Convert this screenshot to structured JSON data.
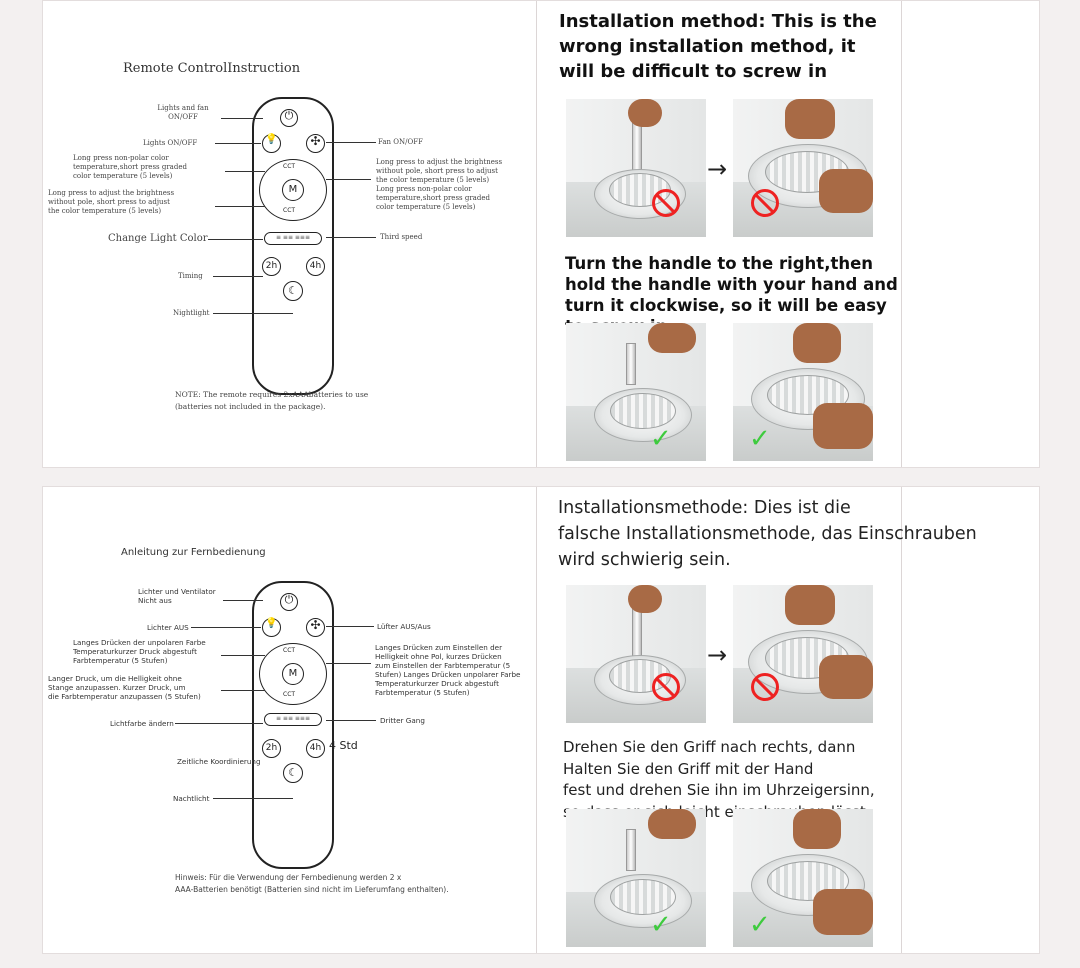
{
  "en": {
    "remote_title": "Remote ControlInstruction",
    "labels": {
      "lights_fan_onoff": "Lights and fan\nON/OFF",
      "lights_onoff": "Lights ON/OFF",
      "long_press_color": "Long press non-polar color\ntemperature,short press graded\ncolor temperature (5 levels)",
      "long_press_brightness": "Long press to adjust the brightness\nwithout pole, short press to adjust\nthe color temperature (5 levels)",
      "change_light_color": "Change Light Color",
      "timing": "Timing",
      "nightlight": "Nightlight",
      "fan_onoff": "Fan ON/OFF",
      "right_brightness": "Long press to adjust the brightness\nwithout pole, short press to adjust\nthe color temperature (5 levels)\nLong press non-polar color\ntemperature,short press graded\ncolor temperature (5 levels)",
      "third_speed": "Third speed"
    },
    "note": "NOTE: The remote requires 2xAAAbatteries to use\n(batteries not included in the package).",
    "heading_wrong": "Installation method: This is the\nwrong installation method, it\nwill be difficult to screw in",
    "heading_right": "Turn the handle to the right,then\nhold the handle with your hand and\nturn it clockwise, so it will be easy\nto screw in"
  },
  "de": {
    "remote_title": "Anleitung zur Fernbedienung",
    "labels": {
      "lights_fan_onoff": "Lichter und Ventilator\nNicht aus",
      "lights_onoff": "Lichter AUS",
      "long_press_color": "Langes Drücken der unpolaren Farbe\nTemperaturkurzer Druck abgestuft\nFarbtemperatur (5 Stufen)",
      "long_press_brightness": "Langer Druck, um die Helligkeit ohne\nStange anzupassen. Kurzer Druck, um\ndie Farbtemperatur anzupassen (5 Stufen)",
      "change_light_color": "Lichtfarbe ändern",
      "timing": "Zeitliche Koordinierung",
      "nightlight": "Nachtlicht",
      "fan_onoff": "Lüfter AUS/Aus",
      "right_brightness": "Langes Drücken zum Einstellen der\nHelligkeit ohne Pol, kurzes Drücken\nzum Einstellen der Farbtemperatur (5\nStufen) Langes Drücken unpolarer Farbe\nTemperaturkurzer Druck abgestuft\nFarbtemperatur (5 Stufen)",
      "third_speed": "Dritter Gang",
      "std_label": "4 Std"
    },
    "note": "Hinweis: Für die Verwendung der Fernbedienung werden 2 x\nAAA-Batterien benötigt (Batterien sind nicht im Lieferumfang enthalten).",
    "heading_wrong": "Installationsmethode: Dies ist die\nfalsche Installationsmethode, das Einschrauben\nwird schwierig sein.",
    "heading_right": "Drehen Sie den Griff nach rechts, dann\nHalten Sie den Griff mit der Hand\nfest und drehen Sie ihn im Uhrzeigersinn,\nso dass er sich leicht einschrauben lässt"
  },
  "remote_buttons": {
    "timer_2h": "2h",
    "timer_4h": "4h",
    "mode": "M",
    "cct_up": "CCT",
    "cct_down": "CCT",
    "power_glyph": "⏻",
    "bulb_glyph": "💡",
    "fan_glyph": "✣",
    "moon_glyph": "☾",
    "speed_bar": "≡  ≡≡  ≡≡≡"
  },
  "icons": {
    "wrong_icon": "forbidden-icon",
    "right_icon": "checkmark-icon",
    "step_arrow": "→",
    "check_glyph": "✓"
  },
  "colors": {
    "forbidden": "#e22222",
    "check": "#3ecb3e"
  }
}
